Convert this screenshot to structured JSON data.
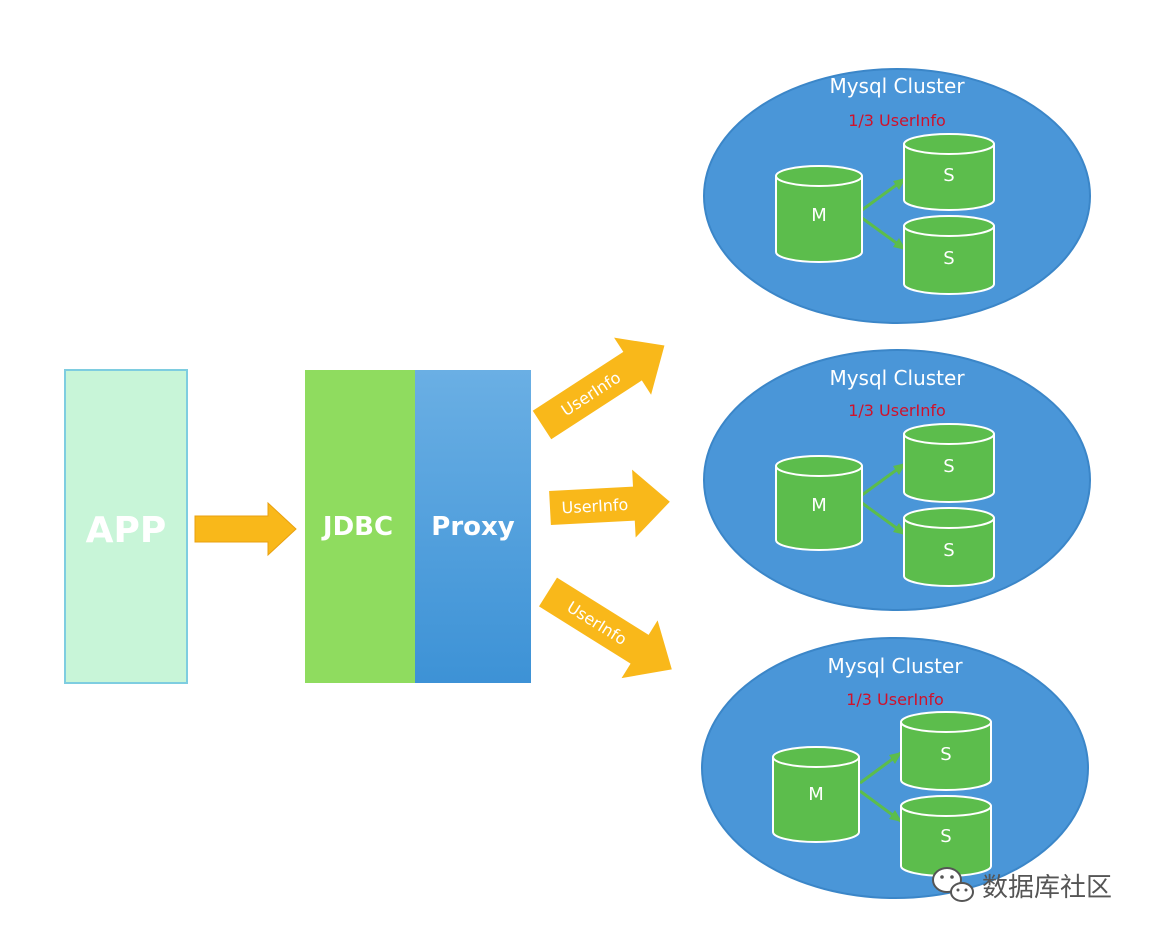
{
  "colors": {
    "app_fill": "#c8f5d8",
    "app_stroke": "#7ecde0",
    "jdbc": "#8fdc5f",
    "proxy": "#4fa0dc",
    "arrow": "#f9b81a",
    "cluster": "#4a96d8",
    "cylinder": "#5cbd4c",
    "subtitle": "#d0112b"
  },
  "app": {
    "label": "APP"
  },
  "jdbc": {
    "label": "JDBC"
  },
  "proxy": {
    "label": "Proxy"
  },
  "arrows": [
    {
      "label": "UserInfo"
    },
    {
      "label": "UserInfo"
    },
    {
      "label": "UserInfo"
    }
  ],
  "clusters": [
    {
      "title": "Mysql Cluster",
      "subtitle": "1/3 UserInfo",
      "master": "M",
      "slaves": [
        "S",
        "S"
      ]
    },
    {
      "title": "Mysql Cluster",
      "subtitle": "1/3 UserInfo",
      "master": "M",
      "slaves": [
        "S",
        "S"
      ]
    },
    {
      "title": "Mysql Cluster",
      "subtitle": "1/3 UserInfo",
      "master": "M",
      "slaves": [
        "S",
        "S"
      ]
    }
  ],
  "watermark": {
    "icon": "wechat-icon",
    "text": "数据库社区"
  }
}
